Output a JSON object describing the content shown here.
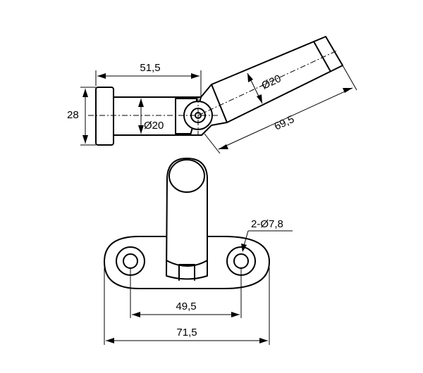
{
  "dimensions": {
    "length_51_5": "51,5",
    "height_28": "28",
    "diameter_tube": "Ø20",
    "diameter_arm": "Ø20",
    "length_69_5": "69,5",
    "holes_label": "2-Ø7,8",
    "hole_spacing": "49,5",
    "base_width": "71,5"
  }
}
